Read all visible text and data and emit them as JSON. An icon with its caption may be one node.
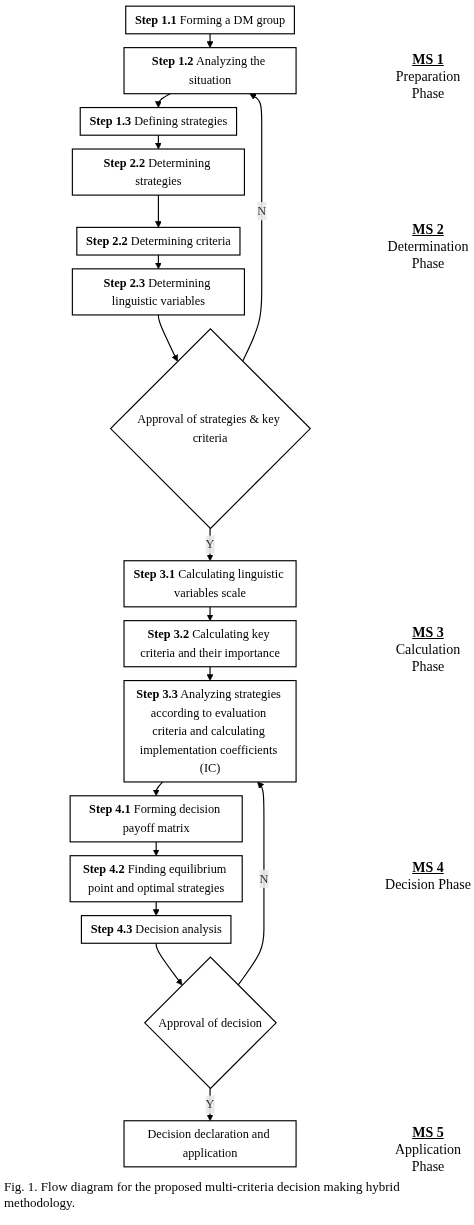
{
  "diagram": {
    "caption": "Fig. 1. Flow diagram for the proposed multi-criteria decision making hybrid methodology.",
    "nodes": [
      {
        "text": [
          "**Step 1.1** Forming a DM group"
        ]
      },
      {
        "text": [
          "**Step 1.2** Analyzing the situation"
        ]
      },
      {
        "text": [
          "**Step 1.3** Defining strategies"
        ]
      },
      {
        "text": [
          "**Step 2.2** Determining strategies"
        ]
      },
      {
        "text": [
          "**Step 2.2** Determining criteria"
        ]
      },
      {
        "text": [
          "**Step 2.3** Determining linguistic variables"
        ]
      },
      {
        "text": [
          "Approval of strategies & key criteria"
        ]
      },
      {
        "text": [
          "**Step 3.1** Calculating linguistic variables scale"
        ]
      },
      {
        "text": [
          "**Step 3.2** Calculating key criteria and their importance"
        ]
      },
      {
        "text": [
          "**Step 3.3** Analyzing strategies according to evaluation criteria and calculating implementation coefficients (IC)"
        ]
      },
      {
        "text": [
          "**Step 4.1** Forming decision payoff matrix"
        ]
      },
      {
        "text": [
          "**Step 4.2** Finding equilibrium point and optimal strategies"
        ]
      },
      {
        "text": [
          "**Step 4.3** Decision analysis"
        ]
      },
      {
        "text": [
          "Approval of decision"
        ]
      },
      {
        "text": [
          "Decision declaration and application"
        ]
      }
    ],
    "edges": [
      {
        "from": 0,
        "to": 1,
        "arrow": "to"
      },
      {
        "from": 1,
        "to": 2,
        "arrow": "to"
      },
      {
        "from": 2,
        "to": 3,
        "arrow": "to"
      },
      {
        "from": 3,
        "to": 4,
        "arrow": "to"
      },
      {
        "from": 4,
        "to": 5,
        "arrow": "to"
      },
      {
        "from": 5,
        "to": 6,
        "arrow": "to"
      },
      {
        "from": 6,
        "to": 7,
        "arrow": "to",
        "label": "Y"
      },
      {
        "from": 6,
        "to": 1,
        "arrow": "to",
        "label": "N"
      },
      {
        "from": 7,
        "to": 8,
        "arrow": "to"
      },
      {
        "from": 8,
        "to": 9,
        "arrow": "to"
      },
      {
        "from": 9,
        "to": 10,
        "arrow": "to"
      },
      {
        "from": 10,
        "to": 11,
        "arrow": "to"
      },
      {
        "from": 11,
        "to": 12,
        "arrow": "to"
      },
      {
        "from": 12,
        "to": 13,
        "arrow": "to"
      },
      {
        "from": 13,
        "to": 14,
        "arrow": "to",
        "label": "Y"
      },
      {
        "from": 13,
        "to": 9,
        "arrow": "to",
        "label": "N"
      }
    ],
    "labels": [
      "MS 1",
      "Preparation Phase",
      "MS 2",
      "Determination Phase",
      "MS 3",
      "Calculation Phase",
      "MS 4",
      "Decision Phase",
      "MS 5",
      "Application Phase"
    ]
  }
}
